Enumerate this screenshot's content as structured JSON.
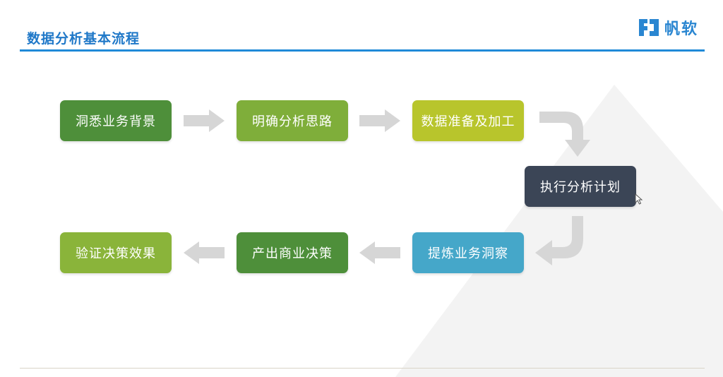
{
  "title": "数据分析基本流程",
  "logo": {
    "text": "帆软",
    "icon": "fanruan-logo-icon",
    "color": "#2a86d1"
  },
  "accent_color": "#1f8ad8",
  "flow": {
    "steps": [
      {
        "label": "洞悉业务背景",
        "color": "#4e8f3a"
      },
      {
        "label": "明确分析思路",
        "color": "#7fae3a"
      },
      {
        "label": "数据准备及加工",
        "color": "#b8c52c"
      },
      {
        "label": "执行分析计划",
        "color": "#3b4556"
      },
      {
        "label": "提炼业务洞察",
        "color": "#45a7c9"
      },
      {
        "label": "产出商业决策",
        "color": "#4e8f3a"
      },
      {
        "label": "验证决策效果",
        "color": "#8ab43a"
      }
    ],
    "arrow_color": "#d6d6d6"
  }
}
